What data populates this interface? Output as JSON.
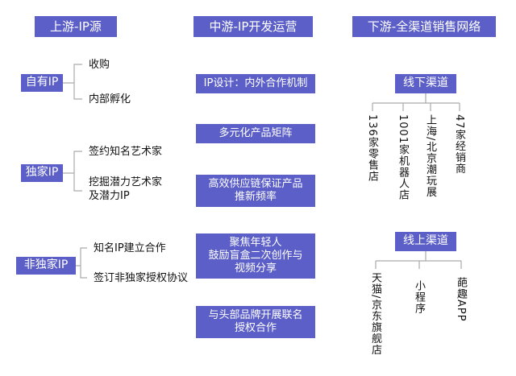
{
  "headers": {
    "upstream": "上游-IP源",
    "midstream": "中游-IP开发运营",
    "downstream": "下游-全渠道销售网络"
  },
  "upstream": {
    "own_ip": {
      "label": "自有IP",
      "items": [
        "收购",
        "内部孵化"
      ]
    },
    "exclusive_ip": {
      "label": "独家IP",
      "items": [
        "签约知名艺术家",
        "挖掘潜力艺术家",
        "及潜力IP"
      ]
    },
    "non_exclusive_ip": {
      "label": "非独家IP",
      "items": [
        "知名IP建立合作",
        "签订非独家授权协议"
      ]
    }
  },
  "midstream": {
    "steps": [
      "IP设计：内外合作机制",
      "多元化产品矩阵",
      "高效供应链保证产品",
      "推新频率",
      "聚焦年轻人",
      "鼓励盲盒二次创作与",
      "视频分享",
      "与头部品牌开展联名",
      "授权合作"
    ]
  },
  "downstream": {
    "offline": {
      "label": "线下渠道",
      "items": [
        "136家零售店",
        "1001家机器人店",
        "上海/北京潮玩展",
        "47家经销商"
      ]
    },
    "online": {
      "label": "线上渠道",
      "items": [
        "天猫/京东旗舰店",
        "小程序",
        "葩趣APP"
      ]
    }
  },
  "colors": {
    "box_fill": "#5b5fc7",
    "box_text": "#ffffff",
    "line": "#aaaaaa"
  }
}
